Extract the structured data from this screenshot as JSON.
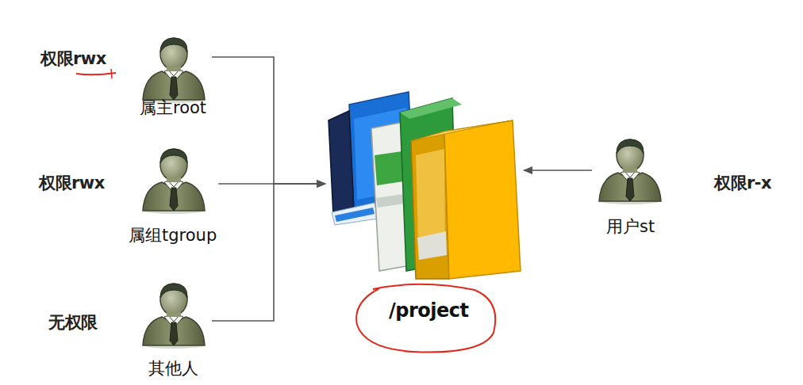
{
  "diagram": {
    "nodes": [
      {
        "text": [
          "权限rwx",
          "属主root"
        ]
      },
      {
        "text": [
          "权限rwx",
          "属组tgroup"
        ]
      },
      {
        "text": [
          "无权限",
          "其他人"
        ]
      },
      {
        "text": [
          "/project"
        ]
      },
      {
        "text": [
          "用户st",
          "权限r-x"
        ]
      }
    ],
    "edges": [
      {
        "from": 0,
        "to": 3,
        "arrow": "to"
      },
      {
        "from": 1,
        "to": 3,
        "arrow": "to"
      },
      {
        "from": 2,
        "to": 3,
        "arrow": "to"
      },
      {
        "from": 4,
        "to": 3,
        "arrow": "to"
      }
    ]
  }
}
